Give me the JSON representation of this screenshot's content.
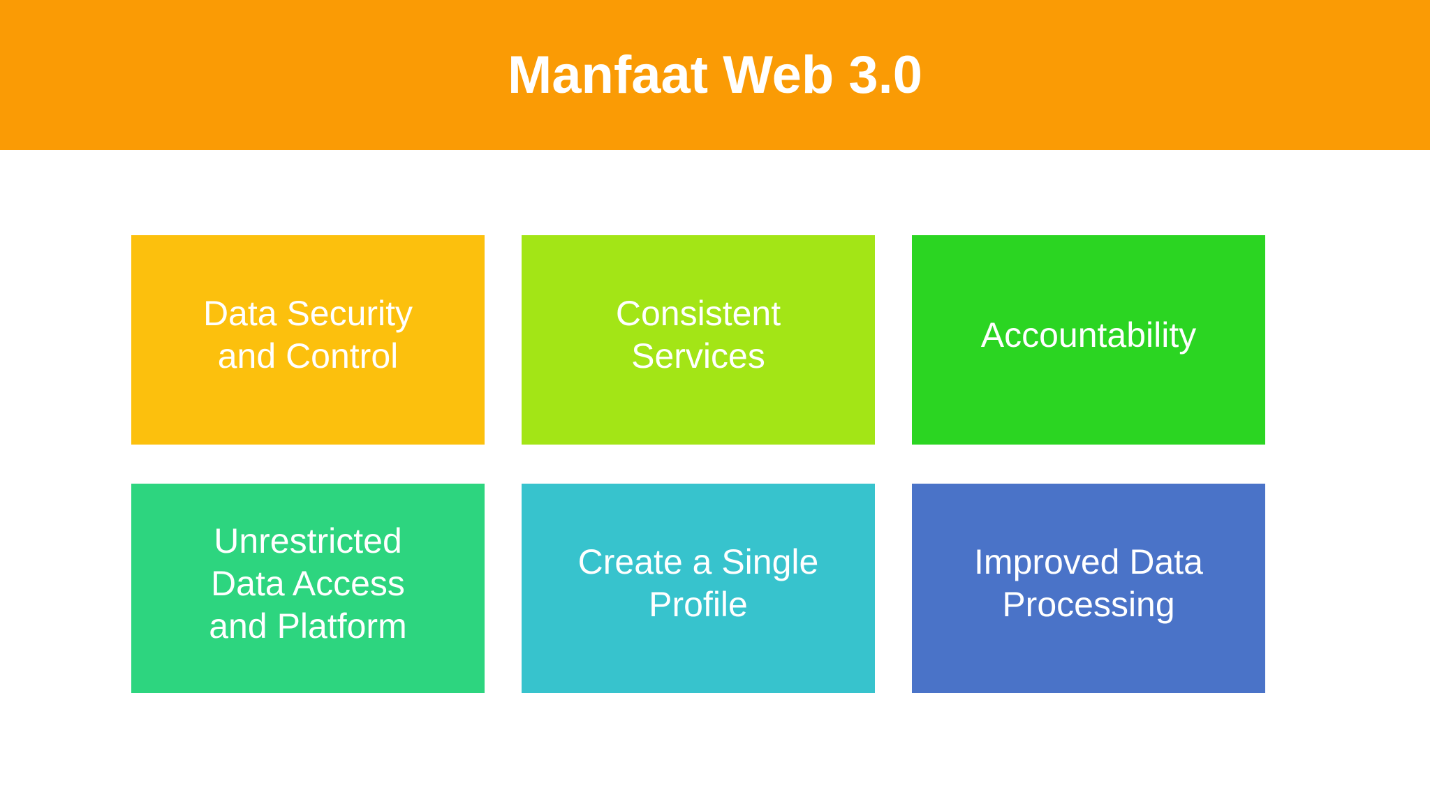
{
  "header": {
    "title": "Manfaat Web 3.0",
    "background": "#FA9B05",
    "text_color": "#FFFFFF"
  },
  "page_background": "#FFFFFF",
  "benefits": [
    {
      "label": "Data Security and Control",
      "lines": [
        "Data Security",
        "and Control"
      ],
      "color": "#FCC00D"
    },
    {
      "label": "Consistent Services",
      "lines": [
        "Consistent",
        "Services"
      ],
      "color": "#A3E516"
    },
    {
      "label": "Accountability",
      "lines": [
        "Accountability"
      ],
      "color": "#2BD522"
    },
    {
      "label": "Unrestricted Data Access and Platform",
      "lines": [
        "Unrestricted",
        "Data Access",
        "and Platform"
      ],
      "color": "#2DD57F"
    },
    {
      "label": "Create a Single Profile",
      "lines": [
        "Create a Single",
        "Profile"
      ],
      "color": "#37C3CD"
    },
    {
      "label": "Improved Data Processing",
      "lines": [
        "Improved Data",
        "Processing"
      ],
      "color": "#4A73C8"
    }
  ]
}
